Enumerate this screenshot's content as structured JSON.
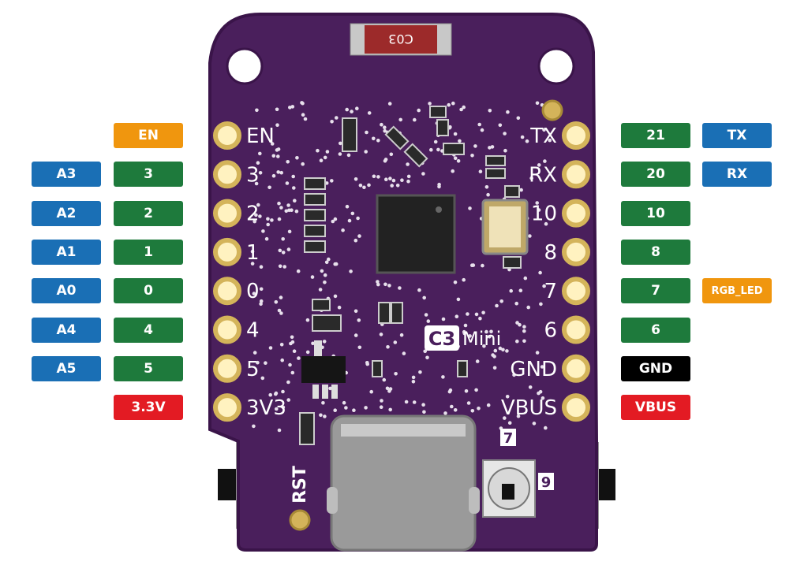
{
  "colors": {
    "board": "#4a1f5c",
    "board_edge": "#3a1449",
    "gpio": "#1e7a3c",
    "analog": "#1a6fb5",
    "special": "#f0960e",
    "power": "#e31b23",
    "ground": "#000000",
    "pad": "#d4b45a"
  },
  "board": {
    "product_name": "Mini",
    "product_logo": "C3",
    "reset_label": "RST",
    "chip_marking": "C03",
    "small_markings": [
      "7",
      "9"
    ]
  },
  "left_pins": [
    {
      "silk": "EN",
      "tags": [
        {
          "text": "EN",
          "kind": "special"
        }
      ]
    },
    {
      "silk": "3",
      "tags": [
        {
          "text": "A3",
          "kind": "analog"
        },
        {
          "text": "3",
          "kind": "gpio"
        }
      ]
    },
    {
      "silk": "2",
      "tags": [
        {
          "text": "A2",
          "kind": "analog"
        },
        {
          "text": "2",
          "kind": "gpio"
        }
      ]
    },
    {
      "silk": "1",
      "tags": [
        {
          "text": "A1",
          "kind": "analog"
        },
        {
          "text": "1",
          "kind": "gpio"
        }
      ]
    },
    {
      "silk": "0",
      "tags": [
        {
          "text": "A0",
          "kind": "analog"
        },
        {
          "text": "0",
          "kind": "gpio"
        }
      ]
    },
    {
      "silk": "4",
      "tags": [
        {
          "text": "A4",
          "kind": "analog"
        },
        {
          "text": "4",
          "kind": "gpio"
        }
      ]
    },
    {
      "silk": "5",
      "tags": [
        {
          "text": "A5",
          "kind": "analog"
        },
        {
          "text": "5",
          "kind": "gpio"
        }
      ]
    },
    {
      "silk": "3V3",
      "tags": [
        {
          "text": "3.3V",
          "kind": "power"
        }
      ]
    }
  ],
  "right_pins": [
    {
      "silk": "TX",
      "tags": [
        {
          "text": "21",
          "kind": "gpio"
        },
        {
          "text": "TX",
          "kind": "analog"
        }
      ]
    },
    {
      "silk": "RX",
      "tags": [
        {
          "text": "20",
          "kind": "gpio"
        },
        {
          "text": "RX",
          "kind": "analog"
        }
      ]
    },
    {
      "silk": "10",
      "tags": [
        {
          "text": "10",
          "kind": "gpio"
        }
      ]
    },
    {
      "silk": "8",
      "tags": [
        {
          "text": "8",
          "kind": "gpio"
        }
      ]
    },
    {
      "silk": "7",
      "tags": [
        {
          "text": "7",
          "kind": "gpio"
        },
        {
          "text": "RGB_LED",
          "kind": "special"
        }
      ]
    },
    {
      "silk": "6",
      "tags": [
        {
          "text": "6",
          "kind": "gpio"
        }
      ]
    },
    {
      "silk": "GND",
      "tags": [
        {
          "text": "GND",
          "kind": "ground"
        }
      ]
    },
    {
      "silk": "VBUS",
      "tags": [
        {
          "text": "VBUS",
          "kind": "power"
        }
      ]
    }
  ]
}
